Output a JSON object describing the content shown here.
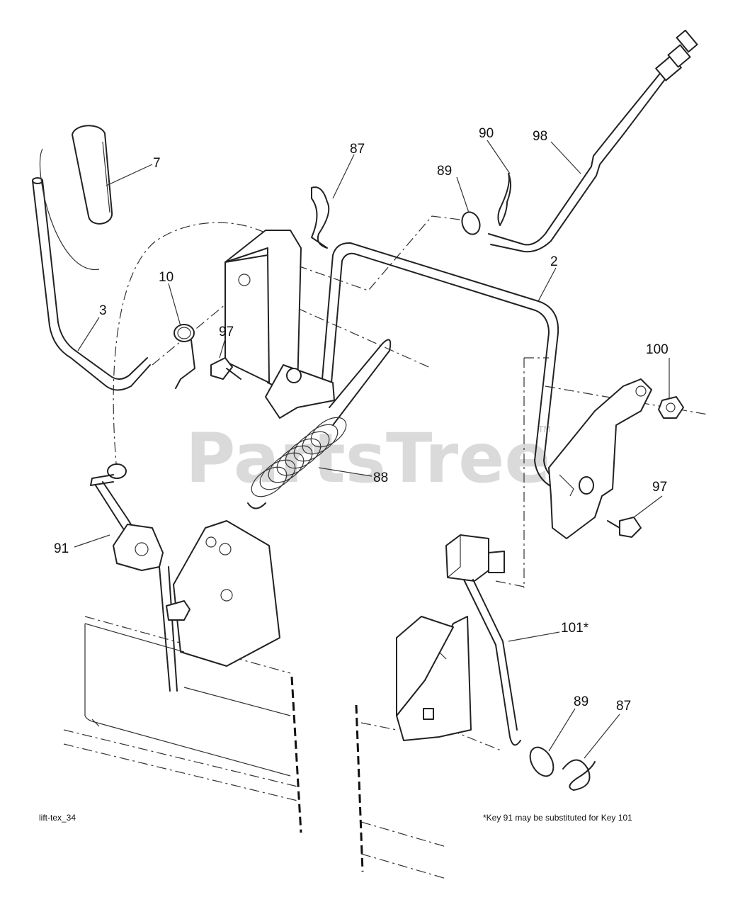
{
  "diagram": {
    "callouts": [
      {
        "id": "7",
        "label": "7"
      },
      {
        "id": "87a",
        "label": "87"
      },
      {
        "id": "90",
        "label": "90"
      },
      {
        "id": "98",
        "label": "98"
      },
      {
        "id": "89a",
        "label": "89"
      },
      {
        "id": "10",
        "label": "10"
      },
      {
        "id": "3",
        "label": "3"
      },
      {
        "id": "97a",
        "label": "97"
      },
      {
        "id": "2",
        "label": "2"
      },
      {
        "id": "100",
        "label": "100"
      },
      {
        "id": "97b",
        "label": "97"
      },
      {
        "id": "88",
        "label": "88"
      },
      {
        "id": "91",
        "label": "91"
      },
      {
        "id": "101",
        "label": "101*"
      },
      {
        "id": "89b",
        "label": "89"
      },
      {
        "id": "87b",
        "label": "87"
      }
    ],
    "figure_id": "lift-tex_34",
    "footnote": "*Key 91 may be substituted for Key 101",
    "watermark": "PartsTree",
    "watermark_tm": "TM"
  }
}
